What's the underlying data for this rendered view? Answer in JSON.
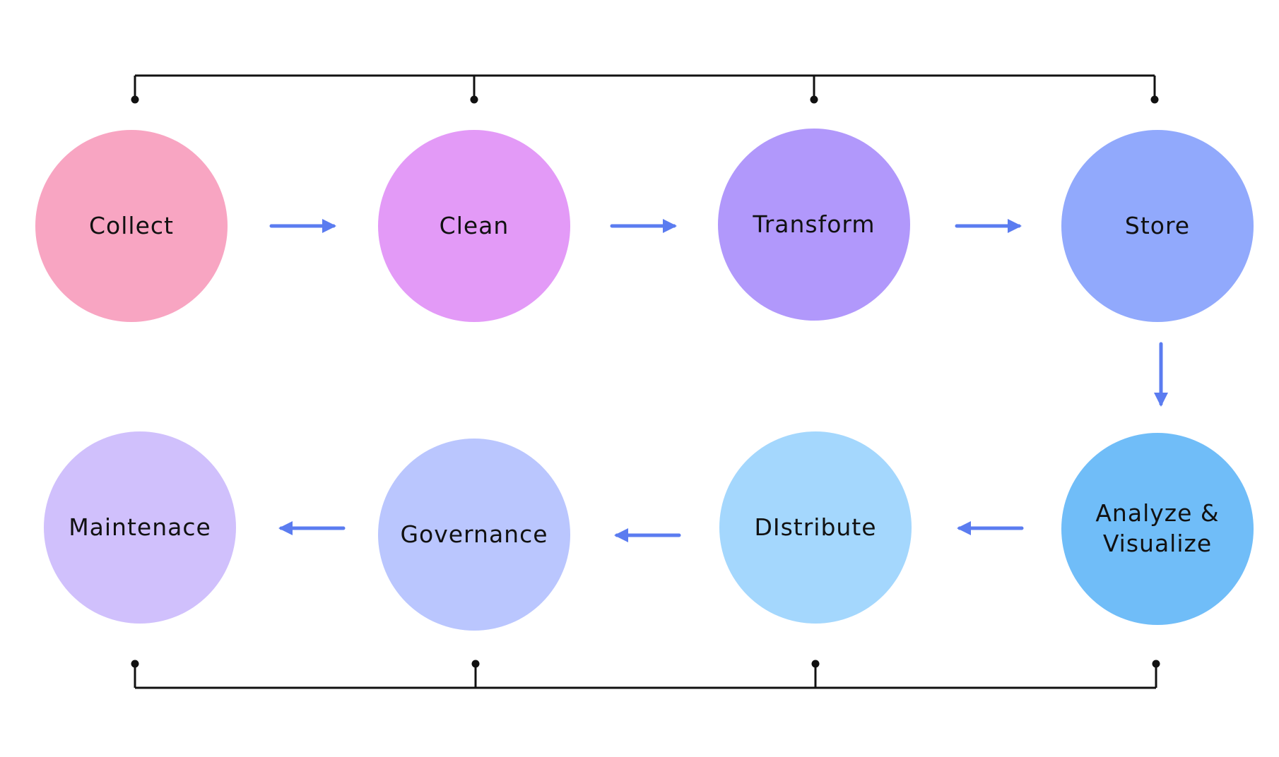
{
  "nodes": [
    {
      "id": "collect",
      "label": "Collect",
      "color": "#f8a5c2"
    },
    {
      "id": "clean",
      "label": "Clean",
      "color": "#e39af7"
    },
    {
      "id": "transform",
      "label": "Transform",
      "color": "#b198fb"
    },
    {
      "id": "store",
      "label": "Store",
      "color": "#91a9fc"
    },
    {
      "id": "analyze",
      "label": "Analyze &\nVisualize",
      "color": "#70bdf8"
    },
    {
      "id": "distribute",
      "label": "DIstribute",
      "color": "#a4d7fd"
    },
    {
      "id": "governance",
      "label": "Governance",
      "color": "#bac6fe"
    },
    {
      "id": "maintenance",
      "label": "Maintenace",
      "color": "#d0c0fc"
    }
  ],
  "edges": [
    {
      "from": "collect",
      "to": "clean"
    },
    {
      "from": "clean",
      "to": "transform"
    },
    {
      "from": "transform",
      "to": "store"
    },
    {
      "from": "store",
      "to": "analyze"
    },
    {
      "from": "analyze",
      "to": "distribute"
    },
    {
      "from": "distribute",
      "to": "governance"
    },
    {
      "from": "governance",
      "to": "maintenance"
    }
  ],
  "colors": {
    "arrow": "#5b7cf0",
    "bracket": "#111111",
    "background": "#ffffff"
  }
}
